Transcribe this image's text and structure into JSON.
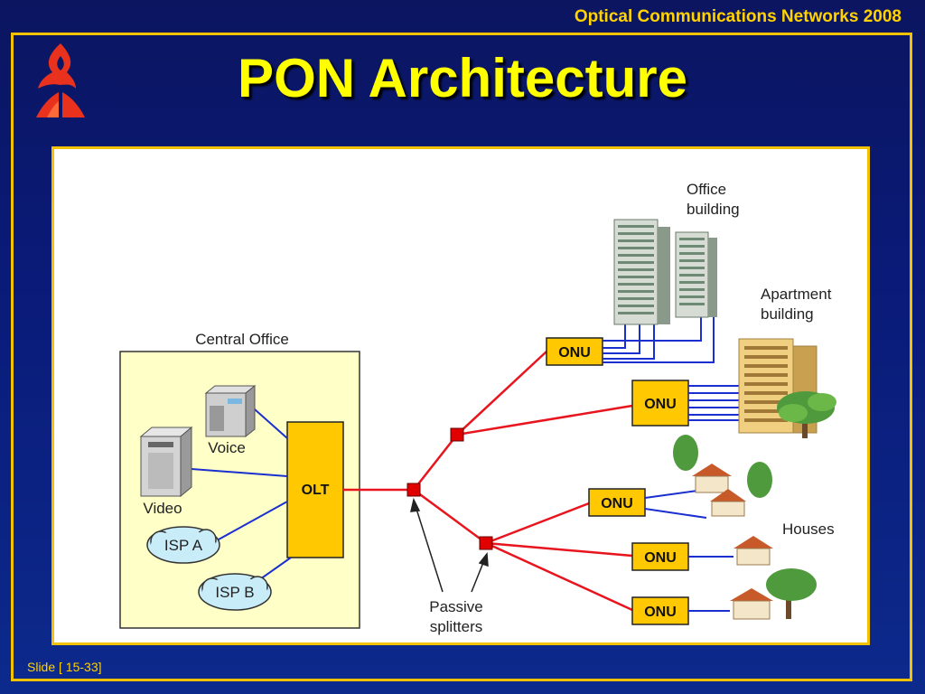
{
  "slide": {
    "header": "Optical Communications Networks 2008",
    "title": "PON Architecture",
    "footer": "Slide [ 15-33]"
  },
  "diagram": {
    "central_office_label": "Central Office",
    "olt_label": "OLT",
    "voice_label": "Voice",
    "video_label": "Video",
    "isp_a_label": "ISP A",
    "isp_b_label": "ISP B",
    "onu_label": "ONU",
    "office_label_line1": "Office",
    "office_label_line2": "building",
    "apartment_label_line1": "Apartment",
    "apartment_label_line2": "building",
    "houses_label": "Houses",
    "splitters_label_line1": "Passive",
    "splitters_label_line2": "splitters",
    "colors": {
      "fiber": "#e8141e",
      "copper": "#1a2fd0",
      "onu_fill": "#ffc800",
      "central_office_fill": "#ffffc8",
      "splitter": "#e00000"
    }
  }
}
